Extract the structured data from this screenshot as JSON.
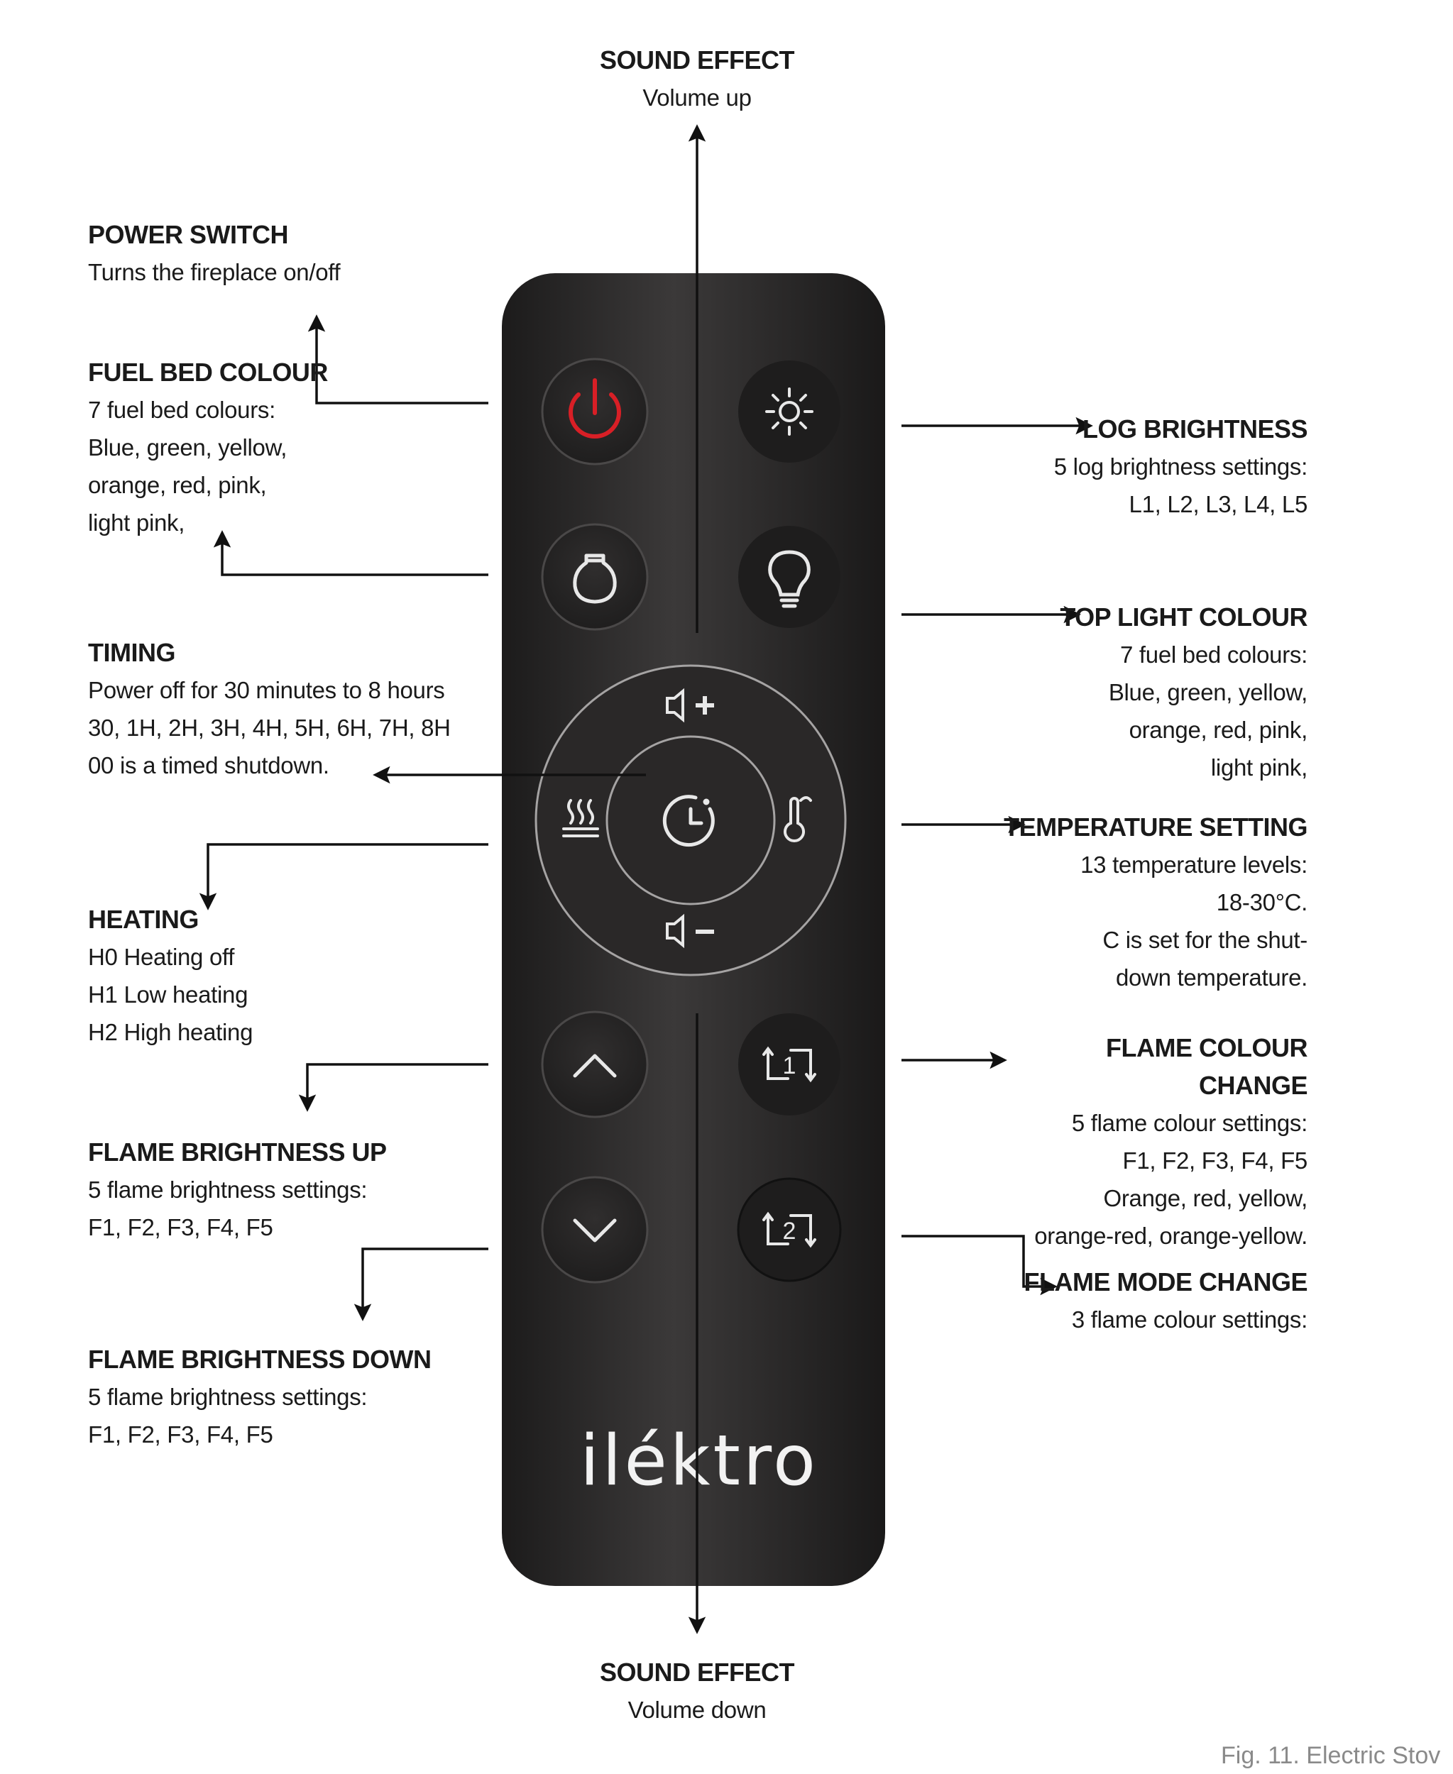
{
  "remote": {
    "brand": "ilektro",
    "brand_base": "il",
    "brand_accent_letter": "é",
    "brand_tail": "ktro",
    "accent_color": "#e8952a",
    "power_color": "#d81f26",
    "buttons": [
      {
        "name": "power",
        "icon": "power-icon"
      },
      {
        "name": "log-brightness",
        "icon": "sun-icon"
      },
      {
        "name": "fuel-bed-colour",
        "icon": "bulb-outline-icon"
      },
      {
        "name": "top-light-colour",
        "icon": "bulb-icon"
      },
      {
        "name": "volume-up",
        "icon": "speaker-plus-icon"
      },
      {
        "name": "heating",
        "icon": "heat-waves-icon"
      },
      {
        "name": "timing",
        "icon": "clock-icon"
      },
      {
        "name": "temperature",
        "icon": "thermometer-icon"
      },
      {
        "name": "volume-down",
        "icon": "speaker-minus-icon"
      },
      {
        "name": "flame-brightness-up",
        "icon": "chevron-up-icon"
      },
      {
        "name": "flame-colour-change",
        "icon": "cycle-1-icon"
      },
      {
        "name": "flame-brightness-down",
        "icon": "chevron-down-icon"
      },
      {
        "name": "flame-mode-change",
        "icon": "cycle-2-icon"
      }
    ]
  },
  "labels": {
    "sound_up": {
      "title": "SOUND EFFECT",
      "lines": [
        "Volume up"
      ]
    },
    "power": {
      "title": "POWER SWITCH",
      "lines": [
        "Turns the fireplace on/off"
      ]
    },
    "fuel_bed": {
      "title": "FUEL BED COLOUR",
      "lines": [
        "7 fuel bed colours:",
        "Blue, green, yellow,",
        "orange, red, pink,",
        "light pink,"
      ]
    },
    "timing": {
      "title": "TIMING",
      "lines": [
        "Power off for 30 minutes to 8 hours",
        "30, 1H, 2H, 3H, 4H, 5H, 6H, 7H, 8H",
        "00 is a timed shutdown."
      ]
    },
    "heating": {
      "title": "HEATING",
      "lines": [
        "H0 Heating off",
        "H1 Low heating",
        "H2 High heating"
      ]
    },
    "flame_up": {
      "title": "FLAME BRIGHTNESS UP",
      "lines": [
        "5 flame brightness settings:",
        "F1, F2, F3, F4, F5"
      ]
    },
    "flame_down": {
      "title": "FLAME BRIGHTNESS DOWN",
      "lines": [
        "5 flame brightness settings:",
        "F1, F2, F3, F4, F5"
      ]
    },
    "log_brightness": {
      "title": "LOG BRIGHTNESS",
      "lines": [
        "5 log brightness settings:",
        "L1, L2, L3, L4, L5"
      ]
    },
    "top_light": {
      "title": "TOP LIGHT COLOUR",
      "lines": [
        "7 fuel bed colours:",
        "Blue, green, yellow,",
        "orange, red, pink,",
        "light pink,"
      ]
    },
    "temperature": {
      "title": "TEMPERATURE SETTING",
      "lines": [
        "13 temperature levels:",
        "18-30°C.",
        "C is set for the shut-",
        "down temperature."
      ]
    },
    "flame_colour": {
      "title": "FLAME COLOUR CHANGE",
      "lines": [
        "5 flame colour settings:",
        "F1, F2, F3, F4, F5",
        "Orange, red, yellow,",
        "orange-red, orange-yellow."
      ]
    },
    "flame_mode": {
      "title": "FLAME MODE CHANGE",
      "lines": [
        "3 flame colour settings:"
      ]
    },
    "sound_down": {
      "title": "SOUND EFFECT",
      "lines": [
        "Volume down"
      ]
    }
  },
  "caption": "Fig. 11. Electric Stov"
}
